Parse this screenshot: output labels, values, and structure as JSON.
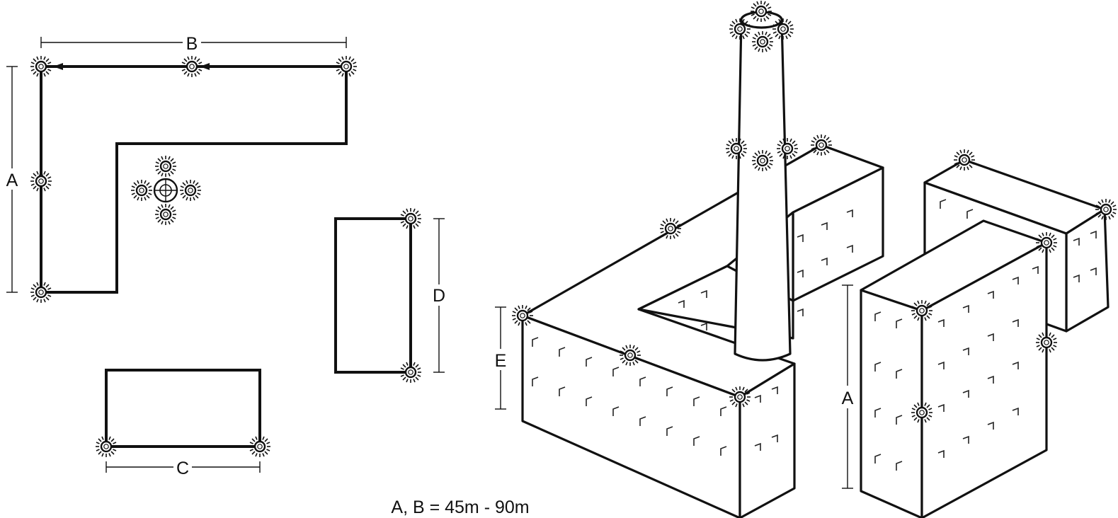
{
  "labels": {
    "a_left": "A",
    "b_top": "B",
    "c_bottom": "C",
    "d_right": "D",
    "e_iso": "E",
    "a_iso": "A"
  },
  "note": "A, B = 45m - 90m",
  "icons": {
    "lamp": "obstruction-light-icon",
    "lamp_cluster": "central-light-cluster-icon"
  },
  "colors": {
    "line": "#111111",
    "background": "#ffffff"
  }
}
